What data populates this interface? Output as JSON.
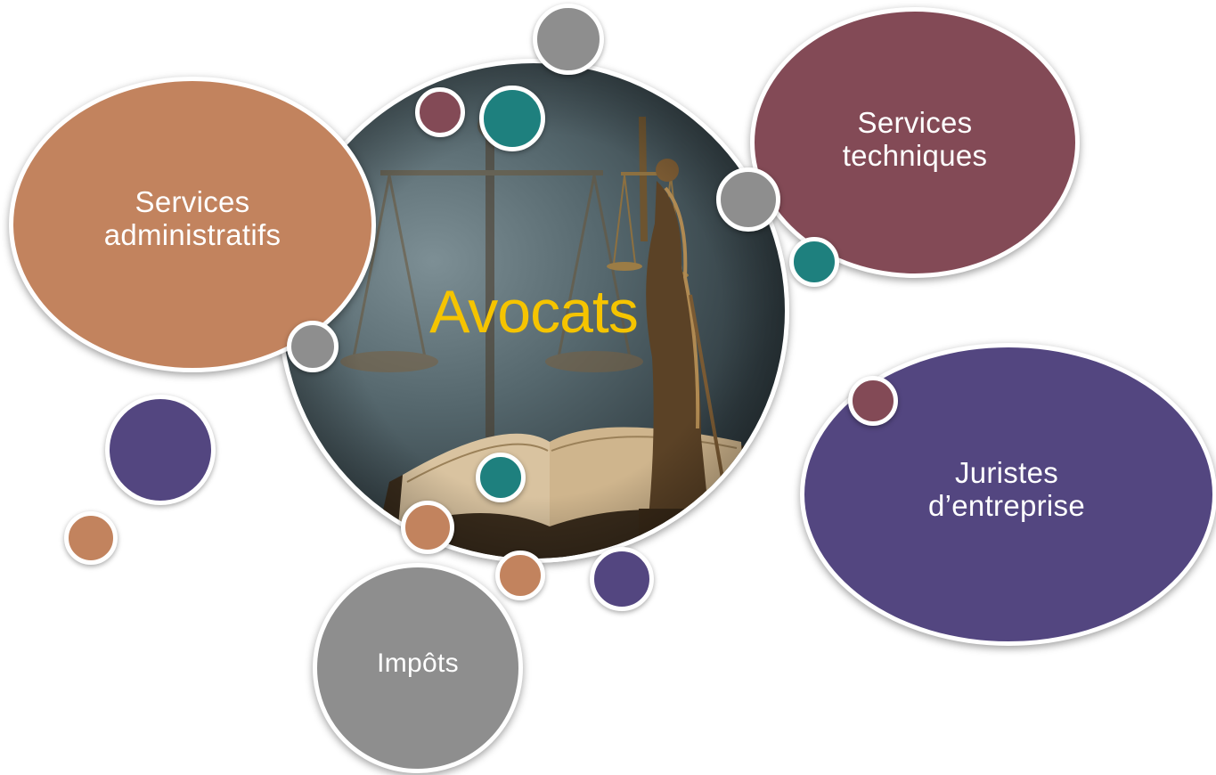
{
  "center": {
    "title": "Avocats",
    "title_color": "#f5c400"
  },
  "bubbles": {
    "administratifs": {
      "label": "Services\nadministratifs",
      "color": "#c2835e"
    },
    "techniques": {
      "label": "Services\ntechniques",
      "color": "#834a56"
    },
    "juristes": {
      "label": "Juristes\nd’entreprise",
      "color": "#534680"
    },
    "impots": {
      "label": "Impôts",
      "color": "#8e8e8e"
    }
  },
  "palette": {
    "grey": "#8e8e8e",
    "teal": "#1e807e",
    "maroon": "#834a56",
    "purple": "#534680",
    "tan": "#c2835e"
  },
  "icons": [
    "scales-of-justice-image",
    "lady-justice-statue",
    "open-book"
  ]
}
